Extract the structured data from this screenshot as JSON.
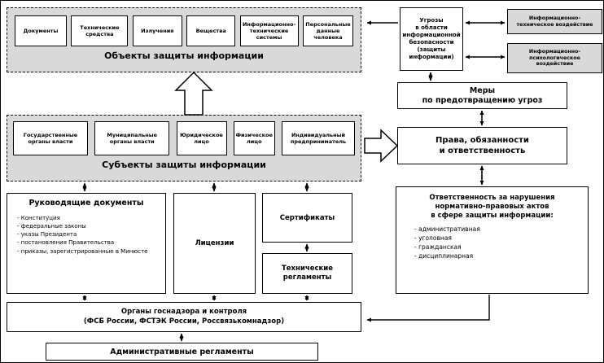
{
  "objects_group": {
    "label": "Объекты защиты информации",
    "items": [
      "Документы",
      "Технические средства",
      "Излучения",
      "Вещества",
      "Информационно-технические системы",
      "Персональные данные человека"
    ]
  },
  "subjects_group": {
    "label": "Субъекты защиты информации",
    "items": [
      "Государственные органы власти",
      "Муниципальные органы власти",
      "Юридическое лицо",
      "Физическое лицо",
      "Индивидуальный предприниматель"
    ]
  },
  "threats": {
    "lines": [
      "Угрозы",
      "в области",
      "информационной",
      "безопасности",
      "(защиты",
      "информации)"
    ]
  },
  "impacts": [
    "Информационно-техническое воздействие",
    "Информационно-психологическое воздействие"
  ],
  "measures": {
    "lines": [
      "Меры",
      "по предотвращению угроз"
    ]
  },
  "rights": {
    "lines": [
      "Права, обязанности",
      "и ответственность"
    ]
  },
  "responsibility": {
    "title_lines": [
      "Ответственность за нарушения",
      "нормативно-правовых актов",
      "в сфере защиты информации:"
    ],
    "items": [
      "административная",
      "уголовная",
      "гражданская",
      "дисциплинарная"
    ]
  },
  "guiding": {
    "title": "Руководящие документы",
    "items": [
      "Конституция",
      "федеральные законы",
      "указы Президента",
      "постановления Правительства",
      "приказы, зарегистрированные в Минюсте"
    ]
  },
  "licenses": "Лицензии",
  "certificates": "Сертификаты",
  "tech_regulations": "Технические регламенты",
  "supervision": {
    "lines": [
      "Органы госнадзора и контроля",
      "(ФСБ России, ФСТЭК России, Россвязькомнадзор)"
    ]
  },
  "admin_regulations": "Административные регламенты"
}
